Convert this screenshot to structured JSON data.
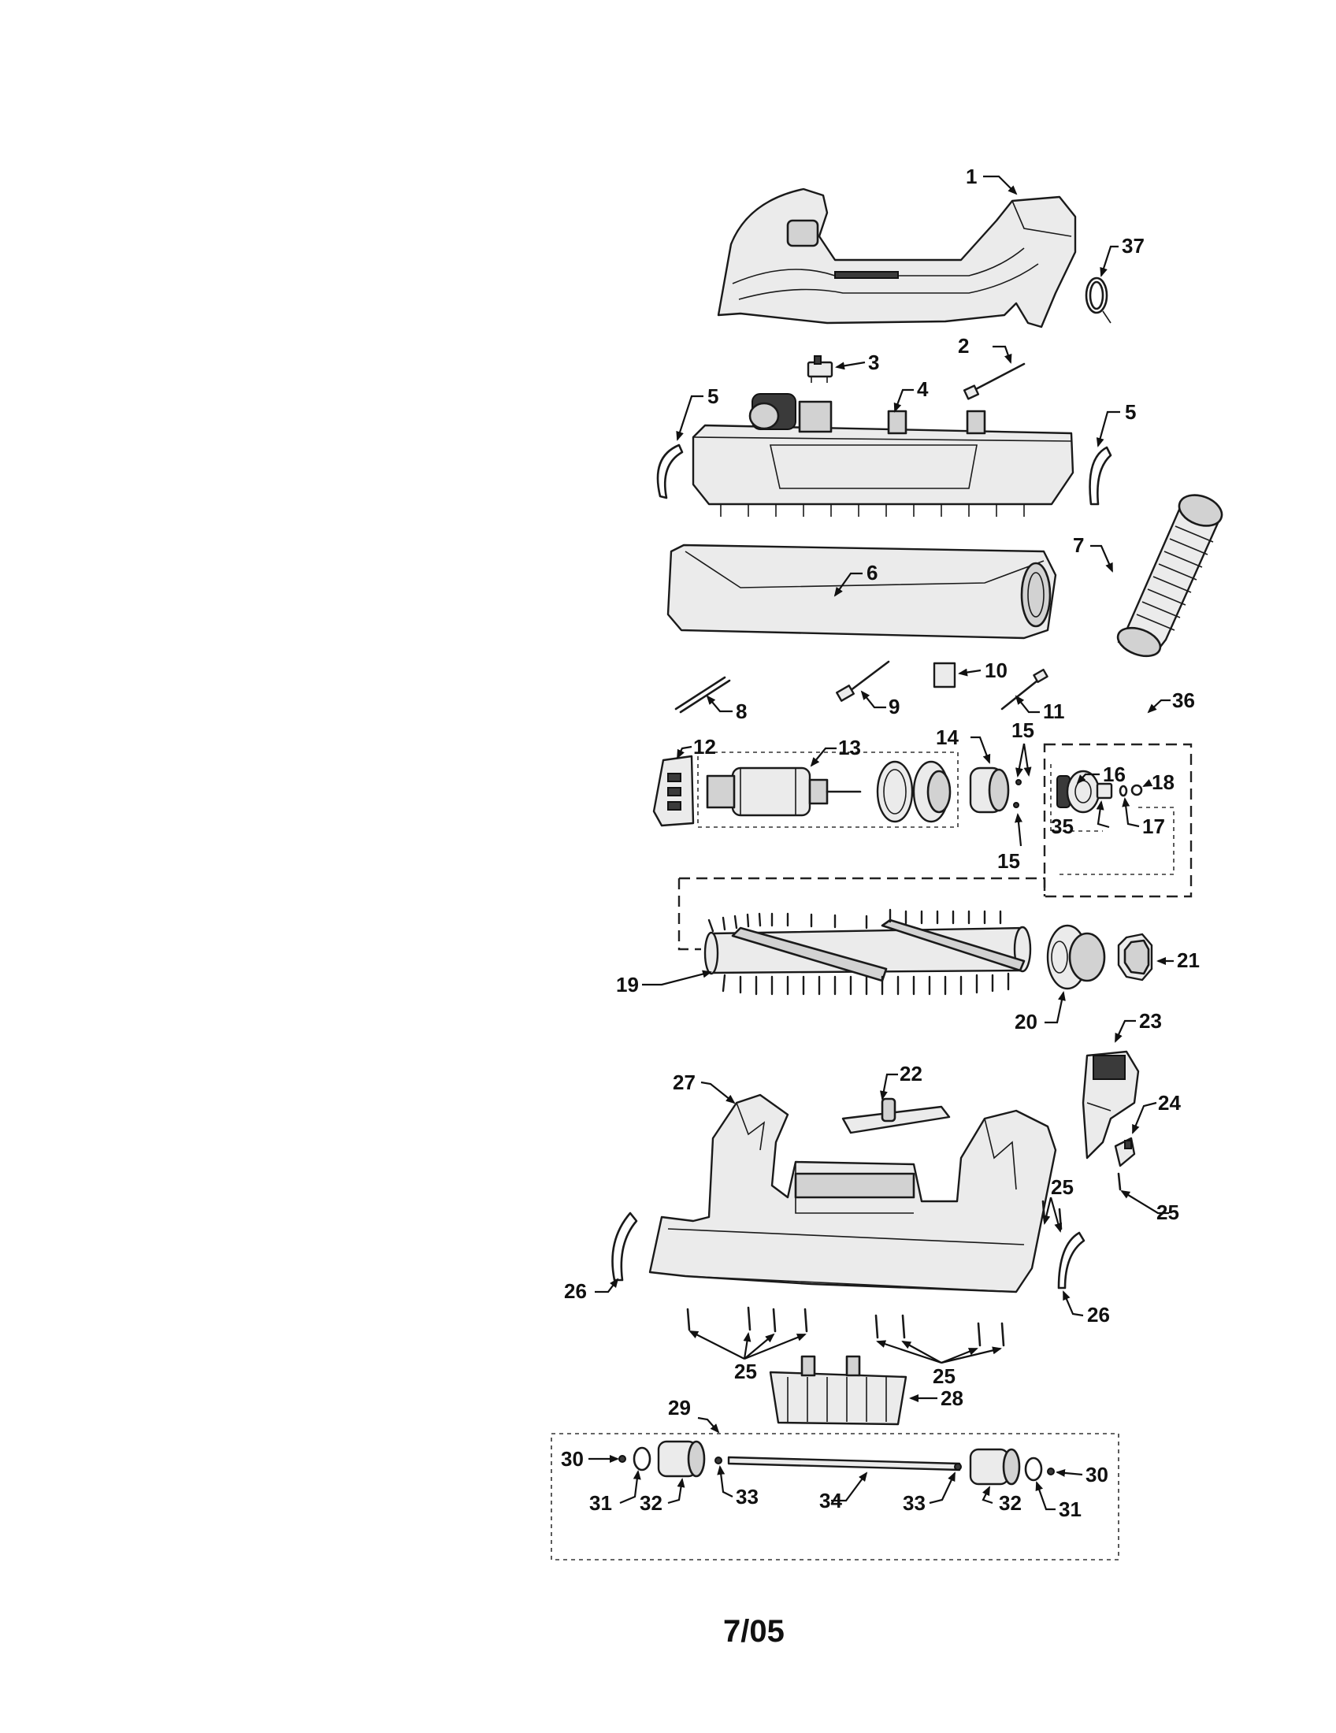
{
  "callouts": {
    "c1": "1",
    "c2": "2",
    "c3": "3",
    "c4": "4",
    "c5": "5",
    "c6": "6",
    "c7": "7",
    "c8": "8",
    "c9": "9",
    "c10": "10",
    "c11": "11",
    "c12": "12",
    "c13": "13",
    "c14": "14",
    "c15": "15",
    "c16": "16",
    "c17": "17",
    "c18": "18",
    "c19": "19",
    "c20": "20",
    "c21": "21",
    "c22": "22",
    "c23": "23",
    "c24": "24",
    "c25": "25",
    "c26": "26",
    "c27": "27",
    "c28": "28",
    "c29": "29",
    "c30": "30",
    "c31": "31",
    "c32": "32",
    "c33": "33",
    "c34": "34",
    "c35": "35",
    "c36": "36",
    "c37": "37"
  },
  "footer": {
    "date_code": "7/05"
  }
}
